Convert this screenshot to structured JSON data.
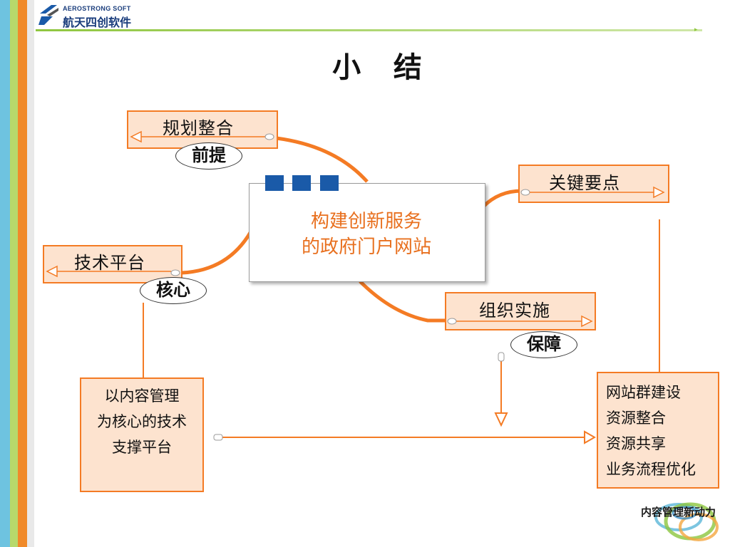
{
  "header": {
    "logo_en": "AEROSTRONG SOFT",
    "logo_cn": "航天四创软件"
  },
  "slide": {
    "title": "小  结",
    "center_line1": "构建创新服务",
    "center_line2": "的政府门户网站",
    "nodes": {
      "planning": "规划整合",
      "key_points": "关键要点",
      "tech_platform": "技术平台",
      "organization": "组织实施"
    },
    "tags": {
      "premise": "前提",
      "core": "核心",
      "guarantee": "保障"
    },
    "tech_box_lines": [
      "以内容管理",
      "为核心的技术",
      "支撑平台"
    ],
    "result_box_lines": [
      "网站群建设",
      "资源整合",
      "资源共享",
      "业务流程优化"
    ],
    "footer_logo": "内容管理新动力"
  },
  "colors": {
    "accent_orange": "#f47b24",
    "box_fill": "#fde3cf",
    "square_blue": "#1a5aa8",
    "stripe_blue": "#6ec3e0",
    "stripe_green": "#b7d96b",
    "stripe_orange": "#f08a2a",
    "center_text": "#e8701f"
  }
}
